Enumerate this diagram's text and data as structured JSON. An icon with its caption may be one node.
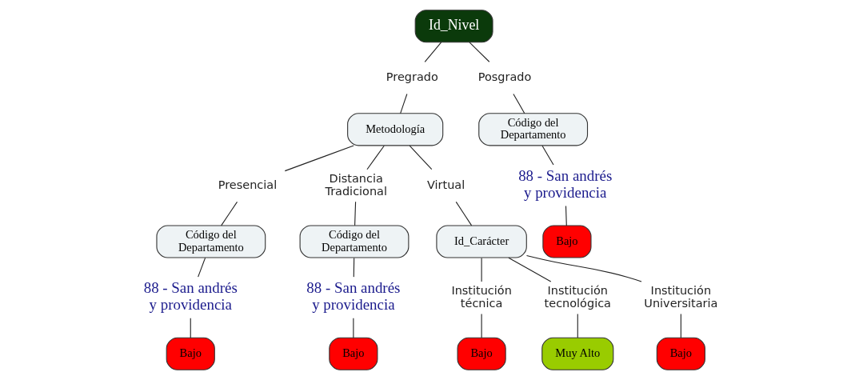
{
  "diagram": {
    "nodes": [
      {
        "text": [
          "Id_Nivel"
        ]
      },
      {
        "text": [
          "Pregrado"
        ]
      },
      {
        "text": [
          "Posgrado"
        ]
      },
      {
        "text": [
          "Metodología"
        ]
      },
      {
        "text": [
          "Código del Departamento"
        ]
      },
      {
        "text": [
          "88 - San andrés y providencia"
        ]
      },
      {
        "text": [
          "Bajo"
        ]
      },
      {
        "text": [
          "Presencial"
        ]
      },
      {
        "text": [
          "Distancia Tradicional"
        ]
      },
      {
        "text": [
          "Virtual"
        ]
      },
      {
        "text": [
          "Código del Departamento"
        ]
      },
      {
        "text": [
          "Código del Departamento"
        ]
      },
      {
        "text": [
          "Id_Carácter"
        ]
      },
      {
        "text": [
          "88 - San andrés y providencia"
        ]
      },
      {
        "text": [
          "88 - San andrés y providencia"
        ]
      },
      {
        "text": [
          "Bajo"
        ]
      },
      {
        "text": [
          "Bajo"
        ]
      },
      {
        "text": [
          "Institución técnica"
        ]
      },
      {
        "text": [
          "Institución tecnológica"
        ]
      },
      {
        "text": [
          "Institución Universitaria"
        ]
      },
      {
        "text": [
          "Bajo"
        ]
      },
      {
        "text": [
          "Muy Alto"
        ]
      },
      {
        "text": [
          "Bajo"
        ]
      }
    ],
    "edges": [
      {
        "from": 0,
        "to": 1,
        "arrow": "none"
      },
      {
        "from": 1,
        "to": 3,
        "arrow": "none"
      },
      {
        "from": 0,
        "to": 2,
        "arrow": "none"
      },
      {
        "from": 2,
        "to": 4,
        "arrow": "none"
      },
      {
        "from": 4,
        "to": 5,
        "arrow": "none"
      },
      {
        "from": 5,
        "to": 6,
        "arrow": "none"
      },
      {
        "from": 3,
        "to": 7,
        "arrow": "none"
      },
      {
        "from": 3,
        "to": 8,
        "arrow": "none"
      },
      {
        "from": 3,
        "to": 9,
        "arrow": "none"
      },
      {
        "from": 7,
        "to": 10,
        "arrow": "none"
      },
      {
        "from": 8,
        "to": 11,
        "arrow": "none"
      },
      {
        "from": 9,
        "to": 12,
        "arrow": "none"
      },
      {
        "from": 10,
        "to": 13,
        "arrow": "none"
      },
      {
        "from": 11,
        "to": 14,
        "arrow": "none"
      },
      {
        "from": 13,
        "to": 15,
        "arrow": "none"
      },
      {
        "from": 14,
        "to": 16,
        "arrow": "none"
      },
      {
        "from": 12,
        "to": 17,
        "arrow": "none"
      },
      {
        "from": 12,
        "to": 18,
        "arrow": "none"
      },
      {
        "from": 12,
        "to": 19,
        "arrow": "none"
      },
      {
        "from": 17,
        "to": 20,
        "arrow": "none"
      },
      {
        "from": 18,
        "to": 21,
        "arrow": "none"
      },
      {
        "from": 19,
        "to": 22,
        "arrow": "none"
      }
    ]
  }
}
